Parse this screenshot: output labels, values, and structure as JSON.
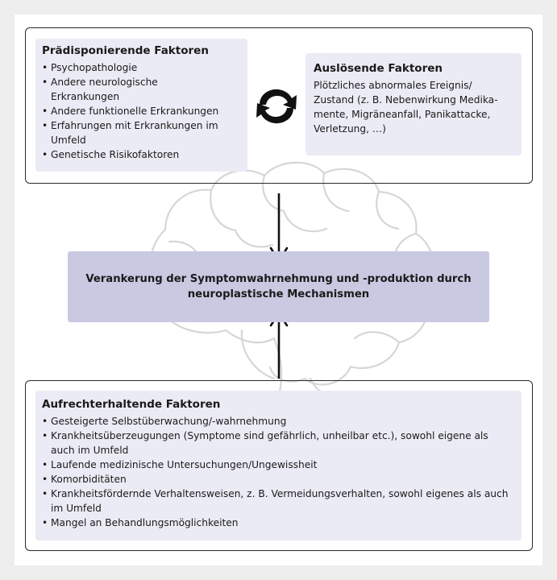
{
  "colors": {
    "outer_background": "#eeeeee",
    "canvas": "#ffffff",
    "box_fill": "#ebebf5",
    "center_fill": "#c9c9e2",
    "stroke": "#1a1a1a",
    "brain_outline": "#d8d8d8"
  },
  "icons": [
    "cycle-arrows-icon",
    "brain-outline-icon",
    "arrow-down-icon",
    "arrow-up-icon"
  ],
  "predisposing": {
    "title": "Prädisponierende Faktoren",
    "items": [
      "Psychopathologie",
      "Andere neurologische Erkrankungen",
      "Andere funktionelle Erkrankungen",
      "Erfahrungen mit Erkrankungen im Umfeld",
      "Genetische Risikofaktoren"
    ]
  },
  "triggering": {
    "title": "Auslösende Faktoren",
    "text": "Plötzliches abnormales Ereignis/ Zustand (z. B. Nebenwirkung Medika-mente, Migräneanfall, Panikattacke, Verletzung, …)"
  },
  "center": {
    "text": "Verankerung der Symptomwahrnehmung und -produktion durch neuroplastische Mechanismen"
  },
  "maintaining": {
    "title": "Aufrechterhaltende Faktoren",
    "items": [
      "Gesteigerte Selbstüberwachung/-wahrnehmung",
      "Krankheitsüberzeugungen (Symptome sind gefährlich, unheilbar etc.), sowohl eigene als auch im Umfeld",
      "Laufende medizinische Untersuchungen/Ungewissheit",
      "Komorbiditäten",
      "Krankheitsfördernde Verhaltensweisen, z. B. Vermeidungsverhalten, sowohl eigenes als auch im Umfeld",
      "Mangel an Behandlungsmöglichkeiten"
    ]
  }
}
